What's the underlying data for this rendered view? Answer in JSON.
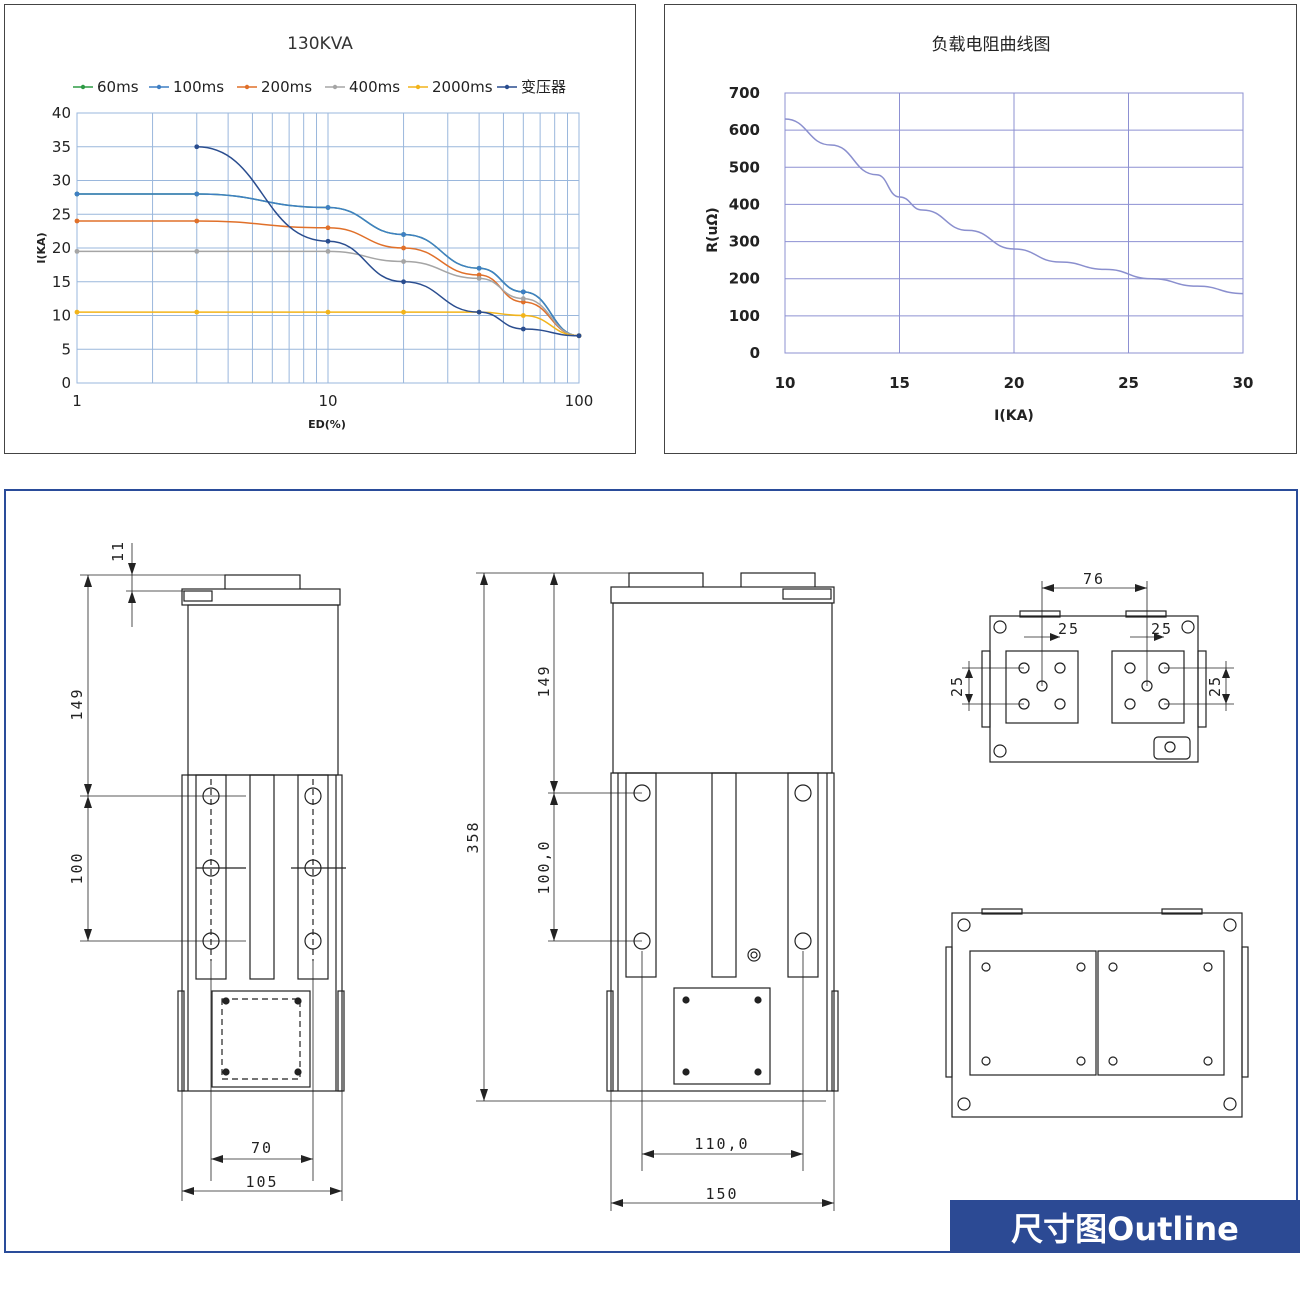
{
  "charts": [
    {
      "type": "line",
      "title": "130KVA",
      "xlabel": "ED(%)",
      "ylabel": "I(KA)",
      "xscale": "log",
      "xlim": [
        1,
        100
      ],
      "ylim": [
        0,
        40
      ],
      "xticks": [
        "1",
        "10",
        "100"
      ],
      "yticks": [
        "0",
        "5",
        "10",
        "15",
        "20",
        "25",
        "30",
        "35",
        "40"
      ],
      "grid": true,
      "legend_position": "top",
      "series": [
        {
          "name": "60ms",
          "color": "#2e9b45",
          "marker": "circle",
          "x": [
            1,
            3,
            10,
            20,
            40,
            60,
            100
          ],
          "y": [
            28,
            28,
            26,
            22,
            17,
            13.5,
            7
          ]
        },
        {
          "name": "100ms",
          "color": "#3f7fc4",
          "marker": "diamond",
          "x": [
            1,
            3,
            10,
            20,
            40,
            60,
            100
          ],
          "y": [
            28,
            28,
            26,
            22,
            17,
            13.5,
            7
          ]
        },
        {
          "name": "200ms",
          "color": "#e0702a",
          "marker": "square",
          "x": [
            1,
            3,
            10,
            20,
            40,
            60,
            100
          ],
          "y": [
            24,
            24,
            23,
            20,
            16,
            12,
            7
          ]
        },
        {
          "name": "400ms",
          "color": "#a5a5a5",
          "marker": "triangle",
          "x": [
            1,
            3,
            10,
            20,
            40,
            60,
            100
          ],
          "y": [
            19.5,
            19.5,
            19.5,
            18,
            15.5,
            12.5,
            7
          ]
        },
        {
          "name": "2000ms",
          "color": "#f2b41b",
          "marker": "x",
          "x": [
            1,
            3,
            10,
            20,
            40,
            60,
            100
          ],
          "y": [
            10.5,
            10.5,
            10.5,
            10.5,
            10.5,
            10,
            7
          ]
        },
        {
          "name": "变压器",
          "color": "#2a4d8f",
          "marker": "star",
          "x": [
            3,
            10,
            20,
            40,
            60,
            100
          ],
          "y": [
            35,
            21,
            15,
            10.5,
            8,
            7
          ]
        }
      ]
    },
    {
      "type": "line",
      "title": "负载电阻曲线图",
      "xlabel": "I(KA)",
      "ylabel": "R(uΩ)",
      "xlim": [
        10,
        30
      ],
      "ylim": [
        0,
        700
      ],
      "xticks": [
        "10",
        "15",
        "20",
        "25",
        "30"
      ],
      "yticks": [
        "0",
        "100",
        "200",
        "300",
        "400",
        "500",
        "600",
        "700"
      ],
      "grid": true,
      "series": [
        {
          "name": "",
          "color": "#8a8fce",
          "x": [
            10,
            12,
            14,
            15,
            16,
            18,
            20,
            22,
            24,
            26,
            28,
            30
          ],
          "y": [
            630,
            560,
            480,
            420,
            385,
            330,
            280,
            245,
            225,
            200,
            180,
            160
          ]
        }
      ]
    }
  ],
  "drawing": {
    "badge": "尺寸图Outline",
    "dims": {
      "d11": "11",
      "d149a": "149",
      "d100a": "100",
      "d70": "70",
      "d105": "105",
      "d358": "358",
      "d149b": "149",
      "d100b": "100,0",
      "d110": "110,0",
      "d150": "150",
      "d76": "76",
      "d25a": "25",
      "d25b": "25",
      "d25c": "25",
      "d25d": "25"
    }
  }
}
